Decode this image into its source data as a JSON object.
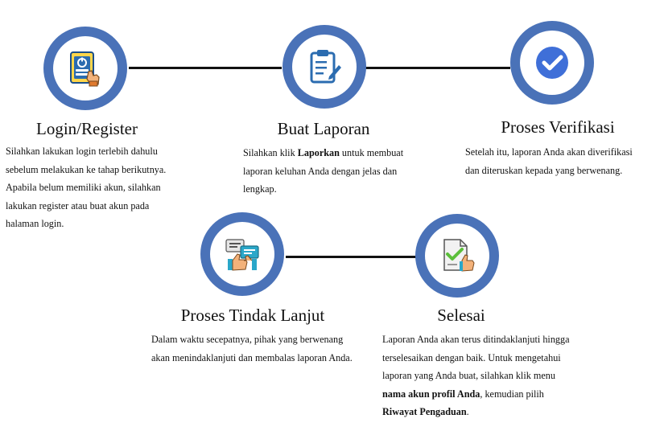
{
  "steps": [
    {
      "title": "Login/Register",
      "icon": "login-card-icon",
      "desc_lines": [
        "Silahkan lakukan login terlebih dahulu",
        "sebelum melakukan ke tahap berikutnya.",
        "Apabila belum memiliki akun, silahkan",
        "lakukan register atau buat akun pada",
        "halaman login."
      ]
    },
    {
      "title": "Buat Laporan",
      "icon": "clipboard-pencil-icon",
      "desc_line1_pre": "Silahkan klik ",
      "desc_line1_bold": "Laporkan",
      "desc_line1_post": " untuk membuat",
      "desc_line2": "laporan keluhan Anda dengan jelas dan",
      "desc_line3": "lengkap."
    },
    {
      "title": "Proses Verifikasi",
      "icon": "check-circle-icon",
      "desc_lines": [
        "Setelah itu, laporan Anda akan diverifikasi",
        "dan diteruskan kepada yang berwenang."
      ]
    },
    {
      "title": "Proses Tindak Lanjut",
      "icon": "chat-thumbs-up-icon",
      "desc_lines": [
        "Dalam waktu secepatnya, pihak yang berwenang",
        "akan menindaklanjuti dan membalas laporan Anda."
      ]
    },
    {
      "title": "Selesai",
      "icon": "document-check-thumbs-up-icon",
      "desc_line1": "Laporan Anda akan terus ditindaklanjuti hingga",
      "desc_line2": "terselesaikan dengan baik. Untuk mengetahui",
      "desc_line3": "laporan yang Anda buat, silahkan klik menu",
      "desc_line4_bold": "nama akun  profil Anda",
      "desc_line4_post": ", kemudian pilih",
      "desc_line5_bold": "Riwayat Pengaduan",
      "desc_line5_post": "."
    }
  ],
  "colors": {
    "ring": "#4a72b8",
    "check": "#3f6fd8",
    "connector": "#111111"
  }
}
